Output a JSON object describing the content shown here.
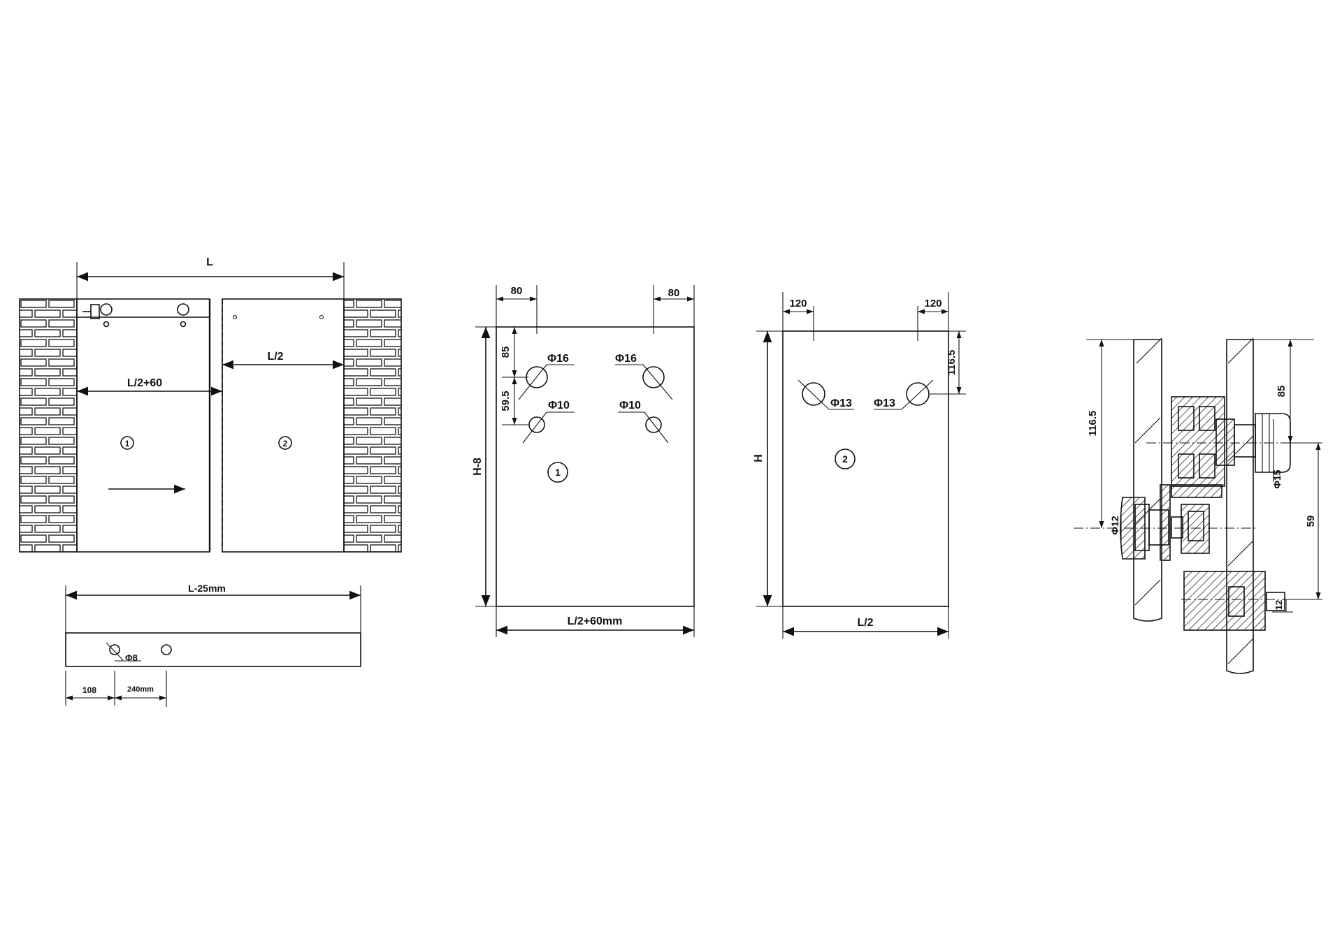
{
  "view1": {
    "dim_L": "L",
    "dim_half": "L/2",
    "dim_half60": "L/2+60",
    "panel1": "1",
    "panel2": "2",
    "rail_length": "L-25mm",
    "hole_dia": "Φ8",
    "off_a": "108",
    "off_b": "240mm"
  },
  "panel1_view": {
    "top_left": "80",
    "top_right": "80",
    "v_top": "85",
    "v_mid": "59.5",
    "hole_big_l": "Φ16",
    "hole_big_r": "Φ16",
    "hole_small_l": "Φ10",
    "hole_small_r": "Φ10",
    "height": "H-8",
    "width": "L/2+60mm",
    "label": "1"
  },
  "panel2_view": {
    "top_left": "120",
    "top_right": "120",
    "v_right": "116.5",
    "hole_l": "Φ13",
    "hole_r": "Φ13",
    "height": "H",
    "width": "L/2",
    "label": "2"
  },
  "section": {
    "left_h": "116.5",
    "right_top": "85",
    "dia_15": "Φ15",
    "dia_12": "Φ12",
    "right_mid": "59",
    "right_bottom": "12"
  }
}
